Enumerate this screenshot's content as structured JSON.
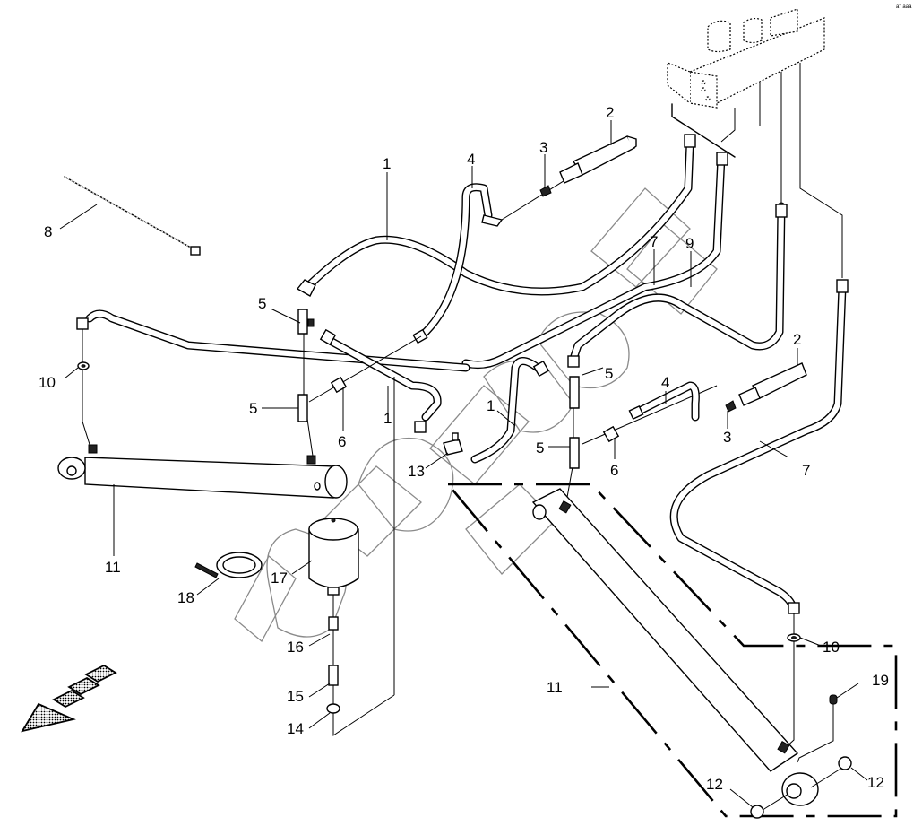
{
  "diagram": {
    "title": "Hydraulic lines and cylinders exploded parts view",
    "corner_mark": "a° aaa",
    "watermark_style": "gray outline",
    "colors": {
      "line": "#000000",
      "watermark": "#8a8a8a",
      "background": "#ffffff"
    },
    "direction_arrow": "front-direction-arrow",
    "callouts": [
      {
        "id": "c1a",
        "label": "1",
        "part": "hydraulic-pipe"
      },
      {
        "id": "c1b",
        "label": "1",
        "part": "hydraulic-pipe"
      },
      {
        "id": "c1c",
        "label": "1",
        "part": "hydraulic-pipe"
      },
      {
        "id": "c2a",
        "label": "2",
        "part": "accumulator"
      },
      {
        "id": "c2b",
        "label": "2",
        "part": "accumulator"
      },
      {
        "id": "c3a",
        "label": "3",
        "part": "adapter-fitting"
      },
      {
        "id": "c3b",
        "label": "3",
        "part": "adapter-fitting"
      },
      {
        "id": "c4a",
        "label": "4",
        "part": "hose"
      },
      {
        "id": "c4b",
        "label": "4",
        "part": "hose"
      },
      {
        "id": "c5a",
        "label": "5",
        "part": "tee-fitting"
      },
      {
        "id": "c5b",
        "label": "5",
        "part": "tee-fitting"
      },
      {
        "id": "c5c",
        "label": "5",
        "part": "tee-fitting"
      },
      {
        "id": "c5d",
        "label": "5",
        "part": "tee-fitting"
      },
      {
        "id": "c6a",
        "label": "6",
        "part": "nut-fitting"
      },
      {
        "id": "c6b",
        "label": "6",
        "part": "nut-fitting"
      },
      {
        "id": "c7a",
        "label": "7",
        "part": "hydraulic-pipe"
      },
      {
        "id": "c7b",
        "label": "7",
        "part": "hydraulic-pipe"
      },
      {
        "id": "c8",
        "label": "8",
        "part": "cable-tie"
      },
      {
        "id": "c9",
        "label": "9",
        "part": "hydraulic-pipe"
      },
      {
        "id": "c10a",
        "label": "10",
        "part": "washer"
      },
      {
        "id": "c10b",
        "label": "10",
        "part": "washer"
      },
      {
        "id": "c11a",
        "label": "11",
        "part": "hydraulic-cylinder"
      },
      {
        "id": "c11b",
        "label": "11",
        "part": "hydraulic-cylinder"
      },
      {
        "id": "c12a",
        "label": "12",
        "part": "bushing"
      },
      {
        "id": "c12b",
        "label": "12",
        "part": "bushing"
      },
      {
        "id": "c13",
        "label": "13",
        "part": "tee-fitting"
      },
      {
        "id": "c14",
        "label": "14",
        "part": "nut"
      },
      {
        "id": "c15",
        "label": "15",
        "part": "bulkhead-fitting"
      },
      {
        "id": "c16",
        "label": "16",
        "part": "adapter"
      },
      {
        "id": "c17",
        "label": "17",
        "part": "reservoir"
      },
      {
        "id": "c18",
        "label": "18",
        "part": "clamp"
      },
      {
        "id": "c19",
        "label": "19",
        "part": "grease-nipple"
      }
    ]
  }
}
